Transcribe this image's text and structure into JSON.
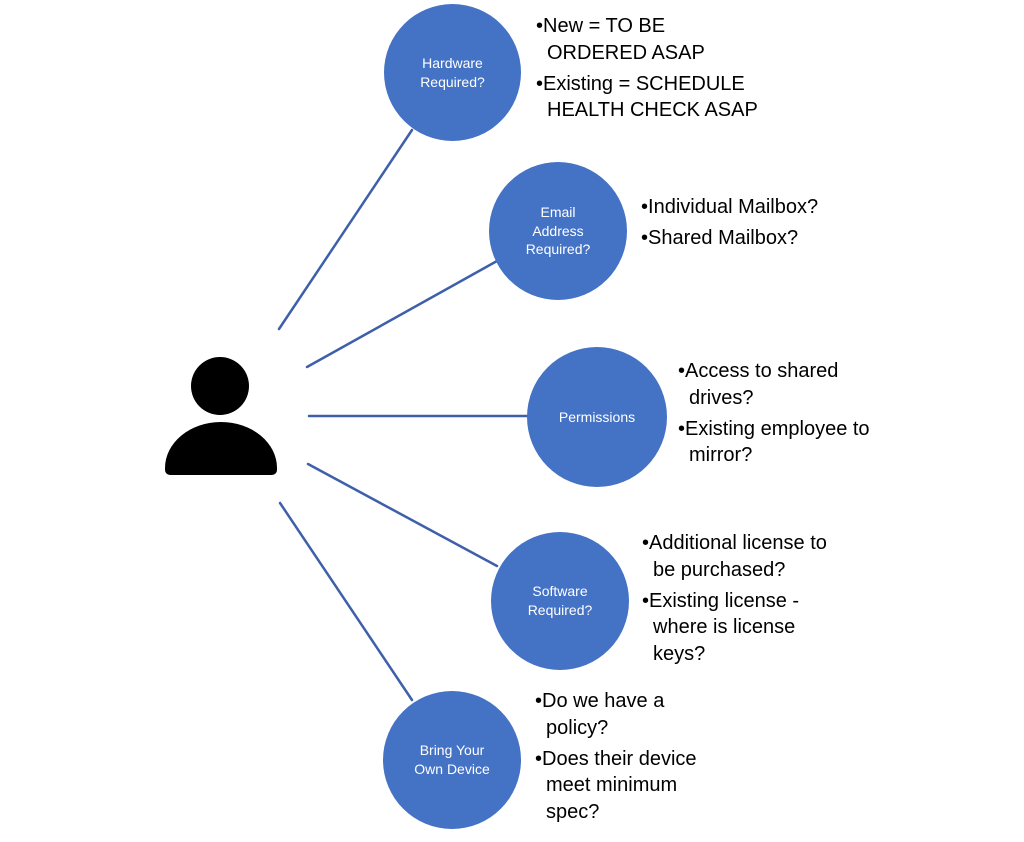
{
  "diagram": {
    "title": "",
    "center": {
      "icon": "person-icon"
    },
    "nodes": [
      {
        "id": "hardware",
        "label": "Hardware\nRequired?",
        "bullets": [
          "New = TO BE\nORDERED ASAP",
          "Existing = SCHEDULE\nHEALTH CHECK ASAP"
        ]
      },
      {
        "id": "email",
        "label": "Email\nAddress\nRequired?",
        "bullets": [
          "Individual Mailbox?",
          "Shared Mailbox?"
        ]
      },
      {
        "id": "permissions",
        "label": "Permissions",
        "bullets": [
          "Access to shared\ndrives?",
          "Existing employee to\nmirror?"
        ]
      },
      {
        "id": "software",
        "label": "Software\nRequired?",
        "bullets": [
          "Additional license to\nbe purchased?",
          "Existing license -\nwhere is license\nkeys?"
        ]
      },
      {
        "id": "byod",
        "label": "Bring Your\nOwn Device",
        "bullets": [
          "Do we have a\npolicy?",
          "Does their device\nmeet minimum\nspec?"
        ]
      }
    ],
    "colors": {
      "circle_fill": "#4472C4",
      "circle_text": "#FFFFFF",
      "connector": "#3E5FA9",
      "text": "#000000",
      "person": "#000000",
      "background": "#FFFFFF"
    }
  }
}
